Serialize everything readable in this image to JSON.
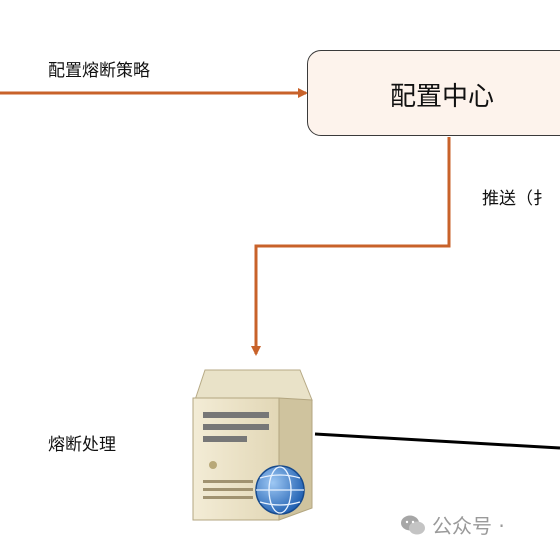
{
  "diagram": {
    "nodes": {
      "config_center": {
        "label": "配置中心"
      }
    },
    "edges": {
      "policy_in": {
        "label": "配置熔断策略",
        "color": "#c8622a"
      },
      "push": {
        "label": "推送（扌",
        "color": "#c8622a"
      },
      "server_link": {
        "color": "#000000"
      }
    },
    "server": {
      "label": "熔断处理",
      "icon": "server-globe-icon"
    },
    "watermark": {
      "text": "公众号 ·",
      "icon": "wechat-icon"
    }
  }
}
